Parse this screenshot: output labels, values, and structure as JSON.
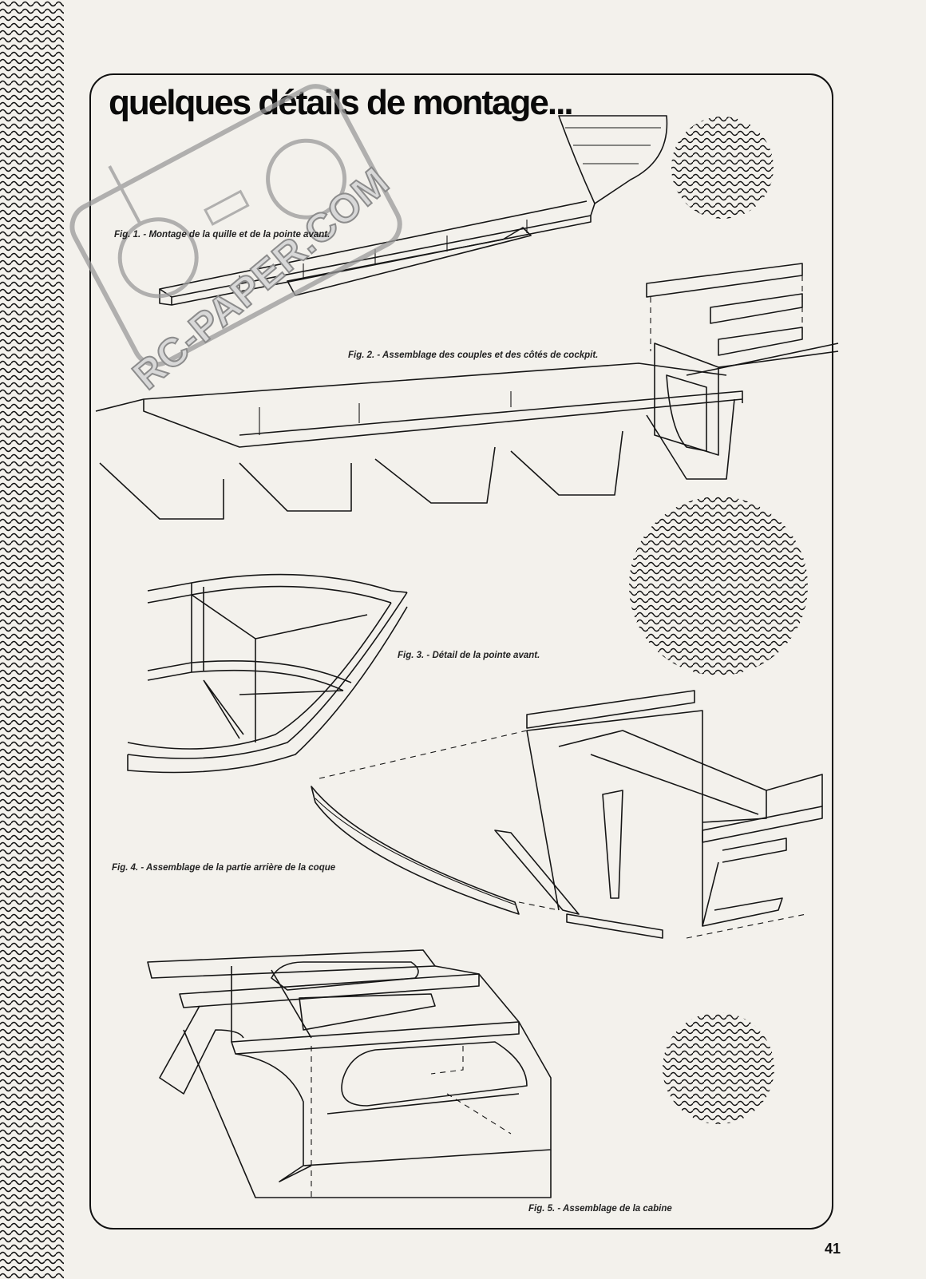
{
  "title": "quelques détails de montage...",
  "captions": {
    "fig1": "Fig. 1. - Montage de la quille et de la pointe avant.",
    "fig2": "Fig. 2. - Assemblage des couples et des côtés de cockpit.",
    "fig3": "Fig. 3. - Détail de la pointe avant.",
    "fig4": "Fig. 4. - Assemblage de la partie arrière de la coque",
    "fig5": "Fig. 5. - Assemblage de la cabine"
  },
  "watermark": "RC-PAPER.COM",
  "page_number": "41",
  "colors": {
    "ink": "#111111",
    "paper": "#f3f1ec",
    "watermark": "#9a9a9a"
  }
}
